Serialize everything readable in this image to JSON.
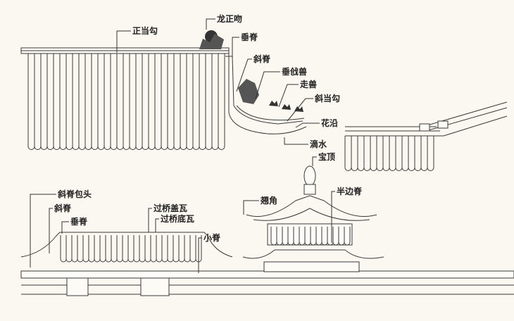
{
  "top_roof": {
    "labels": {
      "zheng_dang_gou": "正当勾",
      "long_zheng_wen": "龙正吻",
      "chui_ji": "垂脊",
      "xie_ji": "斜脊",
      "chui_qiang_shou": "垂戗兽",
      "zou_shou": "走兽",
      "xie_dang_gou": "斜当勾",
      "hua_yan": "花沿",
      "di_shui": "滴水"
    }
  },
  "pavilion": {
    "labels": {
      "bao_ding": "宝顶",
      "qiao_jiao": "翘角",
      "ban_bian_ji": "半边脊"
    }
  },
  "hall": {
    "labels": {
      "xie_ji_bao_tou": "斜脊包头",
      "xie_ji": "斜脊",
      "chui_ji": "垂脊",
      "guo_qiao_gai_wa": "过桥盖瓦",
      "guo_qiao_di_wa": "过桥底瓦",
      "xiao_ji": "小脊"
    }
  }
}
